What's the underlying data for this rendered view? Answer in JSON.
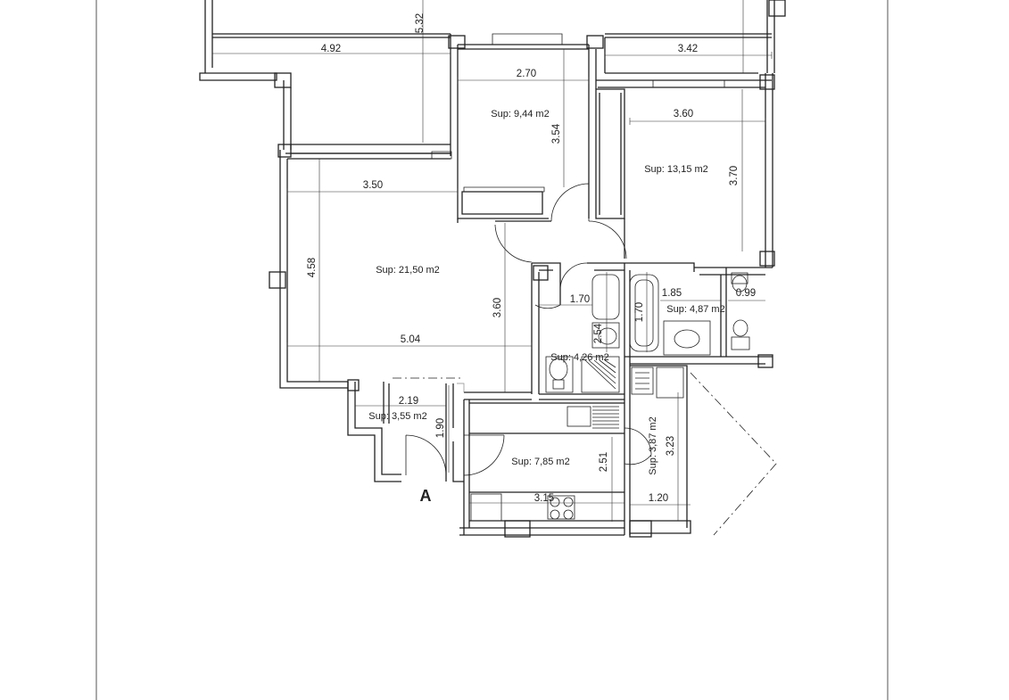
{
  "plan": {
    "entrance_label": "A",
    "areas": [
      {
        "id": "room-top-center",
        "text": "Sup: 9,44 m2"
      },
      {
        "id": "room-top-right",
        "text": "Sup: 13,15 m2"
      },
      {
        "id": "living",
        "text": "Sup: 21,50 m2"
      },
      {
        "id": "bath-right",
        "text": "Sup: 4,87 m2"
      },
      {
        "id": "bath-left",
        "text": "Sup: 4,26 m2"
      },
      {
        "id": "hall",
        "text": "Sup: 3,55 m2"
      },
      {
        "id": "kitchen",
        "text": "Sup: 7,85 m2"
      },
      {
        "id": "laundry",
        "text": "Sup: 3,87 m2"
      }
    ],
    "dimensions": [
      {
        "id": "top-left-height",
        "text": "5.32"
      },
      {
        "id": "top-left-width",
        "text": "4.92"
      },
      {
        "id": "top-right-width",
        "text": "3.42"
      },
      {
        "id": "room-center-width",
        "text": "2.70"
      },
      {
        "id": "room-center-height",
        "text": "3.54"
      },
      {
        "id": "room-right-width",
        "text": "3.60"
      },
      {
        "id": "room-right-height",
        "text": "3.70"
      },
      {
        "id": "living-width-top",
        "text": "3.50"
      },
      {
        "id": "living-height",
        "text": "4.58"
      },
      {
        "id": "living-height-right",
        "text": "3.60"
      },
      {
        "id": "living-width-bottom",
        "text": "5.04"
      },
      {
        "id": "bath-left-width",
        "text": "1.70"
      },
      {
        "id": "bath-left-height",
        "text": "2.54"
      },
      {
        "id": "tub-height",
        "text": "1.70"
      },
      {
        "id": "bath-right-width",
        "text": "1.85"
      },
      {
        "id": "wc-width",
        "text": "0.99"
      },
      {
        "id": "hall-width",
        "text": "2.19"
      },
      {
        "id": "hall-height",
        "text": "1.90"
      },
      {
        "id": "kitchen-height",
        "text": "2.51"
      },
      {
        "id": "kitchen-width",
        "text": "3.15"
      },
      {
        "id": "laundry-height",
        "text": "3.23"
      },
      {
        "id": "laundry-width",
        "text": "1.20"
      }
    ]
  }
}
